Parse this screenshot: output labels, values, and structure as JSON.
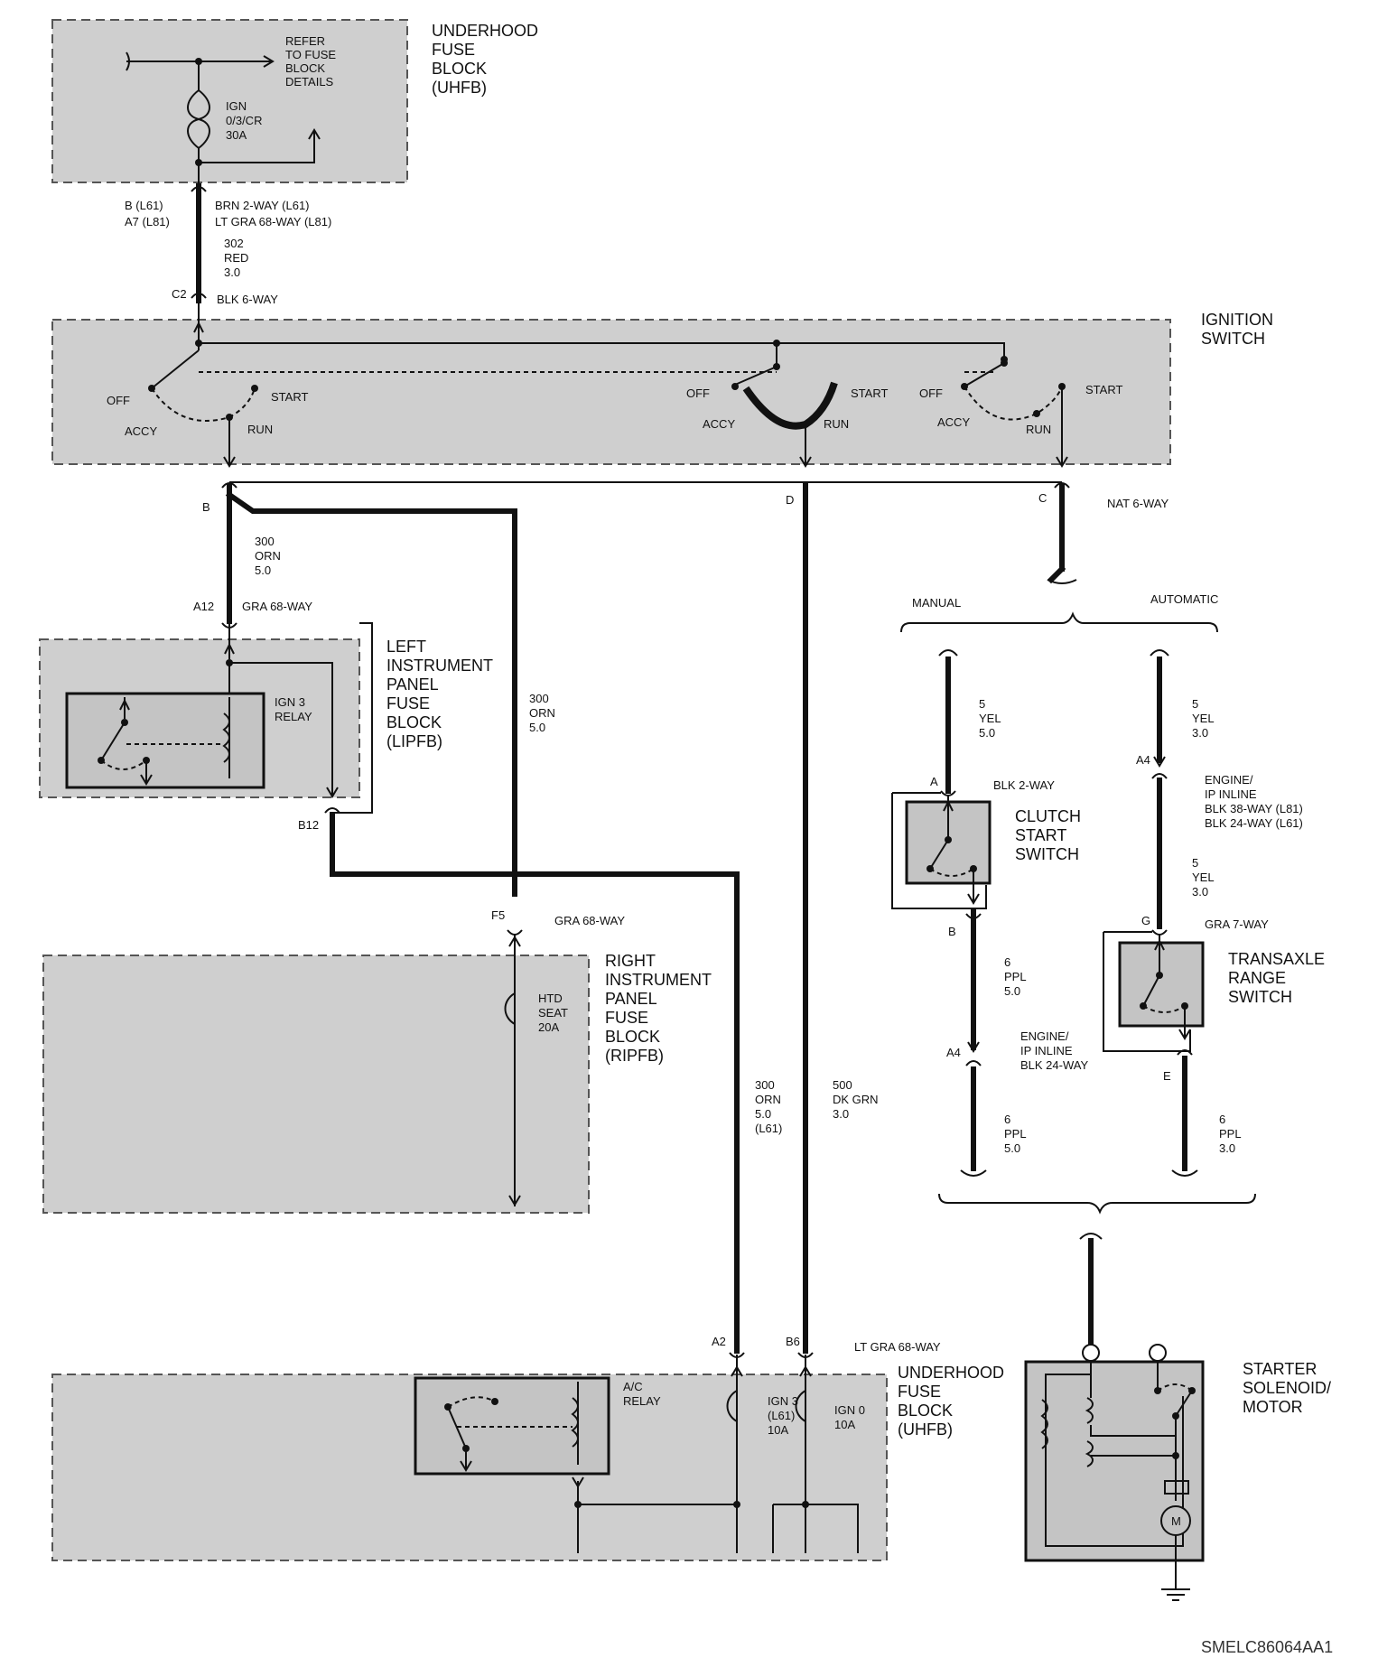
{
  "components": {
    "uhfb_top": {
      "line1": "UNDERHOOD",
      "line2": "FUSE",
      "line3": "BLOCK",
      "line4": "(UHFB)"
    },
    "refer": {
      "line1": "REFER",
      "line2": "TO FUSE",
      "line3": "BLOCK",
      "line4": "DETAILS"
    },
    "ign_fuse": {
      "line1": "IGN",
      "line2": "0/3/CR",
      "line3": "30A"
    },
    "ignition_switch": {
      "line1": "IGNITION",
      "line2": "SWITCH"
    },
    "lipfb": {
      "line1": "LEFT",
      "line2": "INSTRUMENT",
      "line3": "PANEL",
      "line4": "FUSE",
      "line5": "BLOCK",
      "line6": "(LIPFB)"
    },
    "ign3_relay": {
      "line1": "IGN 3",
      "line2": "RELAY"
    },
    "ripfb": {
      "line1": "RIGHT",
      "line2": "INSTRUMENT",
      "line3": "PANEL",
      "line4": "FUSE",
      "line5": "BLOCK",
      "line6": "(RIPFB)"
    },
    "htd_seat": {
      "line1": "HTD",
      "line2": "SEAT",
      "line3": "20A"
    },
    "uhfb_bottom": {
      "line1": "UNDERHOOD",
      "line2": "FUSE",
      "line3": "BLOCK",
      "line4": "(UHFB)"
    },
    "ac_relay": {
      "line1": "A/C",
      "line2": "RELAY"
    },
    "ign3_fuse": {
      "line1": "IGN 3",
      "line2": "(L61)",
      "line3": "10A"
    },
    "ign0_fuse": {
      "line1": "IGN 0",
      "line2": "10A"
    },
    "clutch": {
      "line1": "CLUTCH",
      "line2": "START",
      "line3": "SWITCH"
    },
    "transaxle": {
      "line1": "TRANSAXLE",
      "line2": "RANGE",
      "line3": "SWITCH"
    },
    "starter": {
      "line1": "STARTER",
      "line2": "SOLENOID/",
      "line3": "MOTOR",
      "motor": "M"
    }
  },
  "switch_positions": {
    "off": "OFF",
    "accy": "ACCY",
    "run": "RUN",
    "start": "START"
  },
  "branches": {
    "manual": "MANUAL",
    "automatic": "AUTOMATIC"
  },
  "connectors": {
    "top_b": "B (L61)",
    "top_a7": "A7 (L81)",
    "top_brn": "BRN 2-WAY (L61)",
    "top_ltgra": "LT GRA 68-WAY (L81)",
    "c2": "C2",
    "blk6": "BLK 6-WAY",
    "b": "B",
    "d": "D",
    "c": "C",
    "nat6": "NAT 6-WAY",
    "a12": "A12",
    "gra68_a12": "GRA 68-WAY",
    "b12": "B12",
    "f5": "F5",
    "gra68_f5": "GRA 68-WAY",
    "a2": "A2",
    "b6": "B6",
    "ltgra68": "LT GRA 68-WAY",
    "clutch_a": "A",
    "blk2": "BLK 2-WAY",
    "clutch_b": "B",
    "man_a4": "A4",
    "man_inline1": "ENGINE/",
    "man_inline2": "IP INLINE",
    "man_inline3": "BLK 24-WAY",
    "auto_a4": "A4",
    "auto_inline1": "ENGINE/",
    "auto_inline2": "IP INLINE",
    "auto_inline3": "BLK 38-WAY (L81)",
    "auto_inline4": "BLK 24-WAY (L61)",
    "g": "G",
    "gra7": "GRA 7-WAY",
    "e": "E"
  },
  "wires": {
    "w302": {
      "num": "302",
      "color": "RED",
      "size": "3.0"
    },
    "w300_left": {
      "num": "300",
      "color": "ORN",
      "size": "5.0"
    },
    "w300_mid": {
      "num": "300",
      "color": "ORN",
      "size": "5.0"
    },
    "w300_l61": {
      "num": "300",
      "color": "ORN",
      "size": "5.0",
      "option": "(L61)"
    },
    "w500": {
      "num": "500",
      "color": "DK GRN",
      "size": "3.0"
    },
    "w5_manual": {
      "num": "5",
      "color": "YEL",
      "size": "5.0"
    },
    "w5_auto_top": {
      "num": "5",
      "color": "YEL",
      "size": "3.0"
    },
    "w5_auto_mid": {
      "num": "5",
      "color": "YEL",
      "size": "3.0"
    },
    "w6_manual_top": {
      "num": "6",
      "color": "PPL",
      "size": "5.0"
    },
    "w6_manual_bot": {
      "num": "6",
      "color": "PPL",
      "size": "5.0"
    },
    "w6_auto": {
      "num": "6",
      "color": "PPL",
      "size": "3.0"
    }
  },
  "figure_code": "SMELC86064AA1"
}
